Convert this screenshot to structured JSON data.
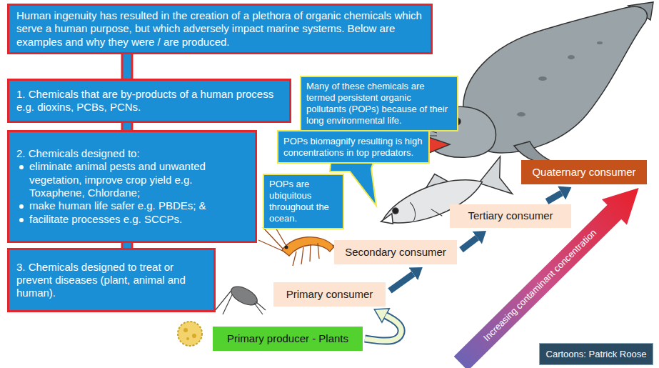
{
  "diagram": {
    "nodes": [
      {
        "text": [
          "Human ingenuity has resulted in the creation of a plethora of organic chemicals which serve a human purpose, but which adversely impact marine systems. Below are examples and why they were / are produced."
        ]
      },
      {
        "text": [
          "1. Chemicals that are by-products of a human process e.g. dioxins, PCBs, PCNs."
        ]
      },
      {
        "text": [
          "2. Chemicals designed to:",
          "eliminate animal pests and unwanted vegetation, improve crop yield e.g. Toxaphene, Chlordane;",
          "make human life safer e.g. PBDEs; &",
          "facilitate processes e.g. SCCPs."
        ]
      },
      {
        "text": [
          "3. Chemicals designed to treat or prevent diseases (plant, animal and human)."
        ]
      },
      {
        "text": [
          "Many of these chemicals are termed persistent organic pollutants (POPs) because of their long environmental life."
        ]
      },
      {
        "text": [
          "POPs biomagnify resulting is high concentrations in top predators."
        ]
      },
      {
        "text": [
          "POPs are ubiquitous throughout the ocean."
        ]
      },
      {
        "text": [
          "Quaternary consumer"
        ]
      },
      {
        "text": [
          "Tertiary consumer"
        ]
      },
      {
        "text": [
          "Secondary consumer"
        ]
      },
      {
        "text": [
          "Primary consumer"
        ]
      },
      {
        "text": [
          "Primary producer - Plants"
        ]
      },
      {
        "text": [
          "Increasing contaminant concentration"
        ]
      },
      {
        "text": [
          "Cartoons: Patrick Roose"
        ]
      }
    ],
    "edges": [
      {
        "from": 0,
        "to": 1,
        "arrow": "none"
      },
      {
        "from": 1,
        "to": 2,
        "arrow": "none"
      },
      {
        "from": 2,
        "to": 3,
        "arrow": "none"
      },
      {
        "from": 11,
        "to": 10,
        "arrow": "to"
      },
      {
        "from": 10,
        "to": 9,
        "arrow": "to"
      },
      {
        "from": 9,
        "to": 8,
        "arrow": "to"
      },
      {
        "from": 8,
        "to": 7,
        "arrow": "to"
      }
    ]
  }
}
